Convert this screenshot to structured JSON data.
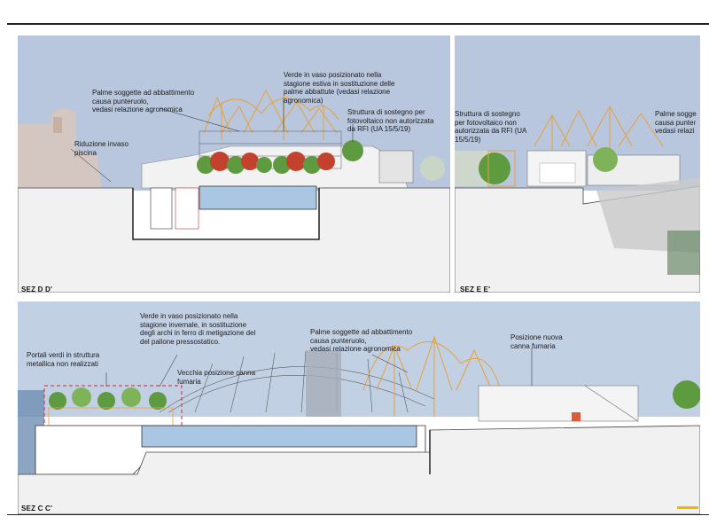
{
  "sections": {
    "dd": {
      "label": "SEZ D D'",
      "annotations": {
        "palme": "Palme soggette ad abbattimento\ncausa punteruolo,\nvedasi relazione agronomica",
        "verde": "Verde in vaso posizionato nella\nstagione estiva in sostituzione delle\npalme abbattute (vedasi relazione\nagronomica)",
        "struttura": "Struttura di sostegno per\nfotovoltaico non autorizzata\nda RFI (UA 15/5/19)",
        "riduzione": "Riduzione invaso\npiscina"
      }
    },
    "ee": {
      "label": "SEZ E E'",
      "annotations": {
        "struttura": "Struttura di sostegno\nper fotovoltaico non\nautorizzata da RFI (UA\n15/5/19)",
        "palme": "Palme sogge\ncausa punter\nvedasi relazi"
      }
    },
    "cc": {
      "label": "SEZ C C'",
      "annotations": {
        "verde": "Verde in vaso posizionato nella\nstagione invernale, in sostituzione\ndegli archi in ferro di metigazione del\ndel pallone pressostatico.",
        "portali": "Portali verdi in struttura\nmetallica non realizzati",
        "vecchia": "Vecchia posizione canna\nfumaria",
        "palme": "Palme soggette ad abbattimento\ncausa punteruolo,\nvedasi relazione agronomica",
        "posizione": "Posizione nuova\ncanna fumaria"
      }
    }
  },
  "colors": {
    "sky": "#b8c6de",
    "water": "#a9c6e3",
    "ground": "#f1f1f1",
    "palm": "#e8a13a",
    "plant_green": "#5e9a40",
    "flower_red": "#c3412d",
    "dashed_red": "#d7262a",
    "accent_yellow": "#f2b600"
  }
}
